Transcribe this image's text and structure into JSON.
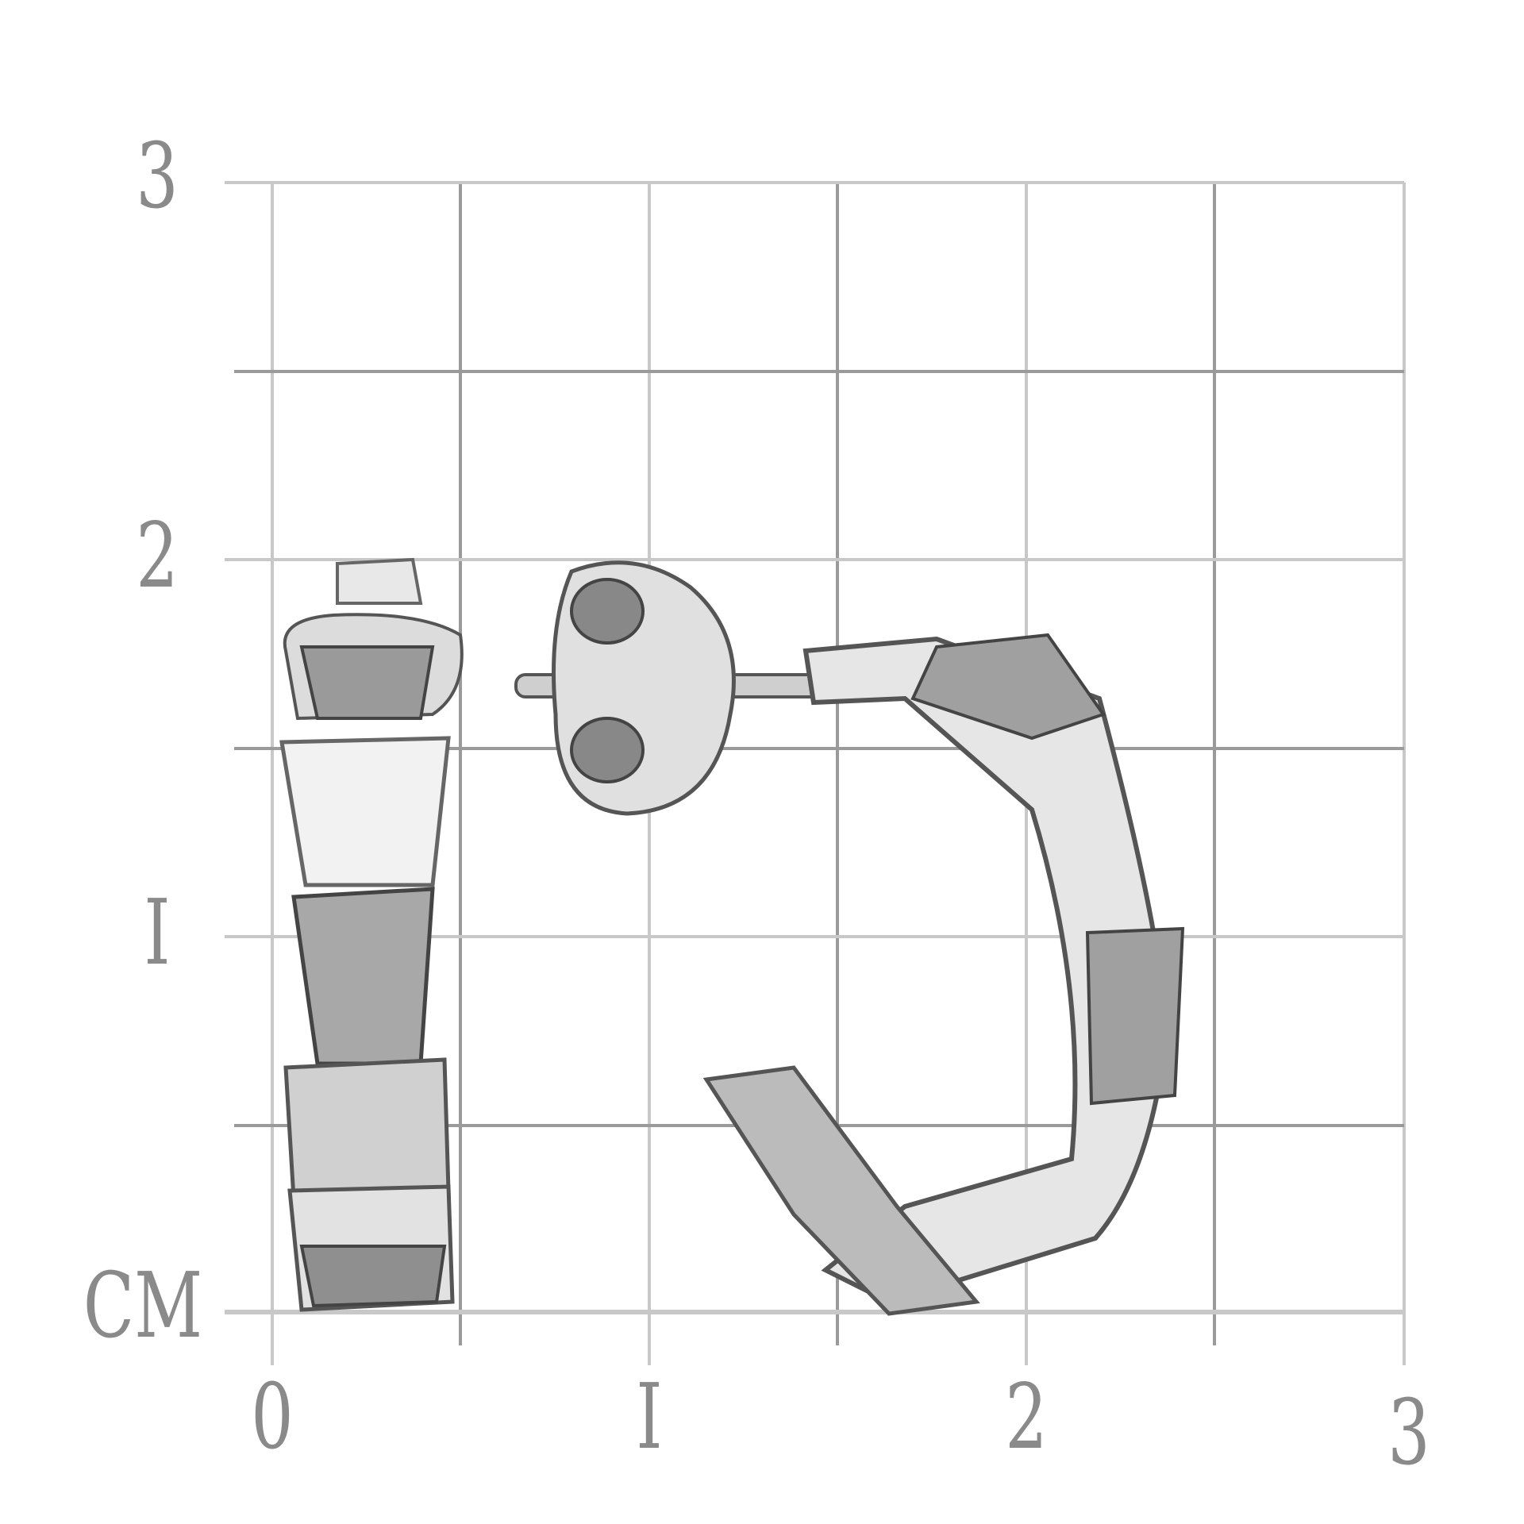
{
  "scale": {
    "unit_label": "CM",
    "x_ticks": [
      "0",
      "I",
      "2",
      "3"
    ],
    "y_ticks": [
      "I",
      "2",
      "3"
    ],
    "grid_color": "#c8c8c8",
    "label_color": "#8a8a8a"
  },
  "product": {
    "subject": "earrings",
    "metal_color": "#d9d9d9"
  }
}
